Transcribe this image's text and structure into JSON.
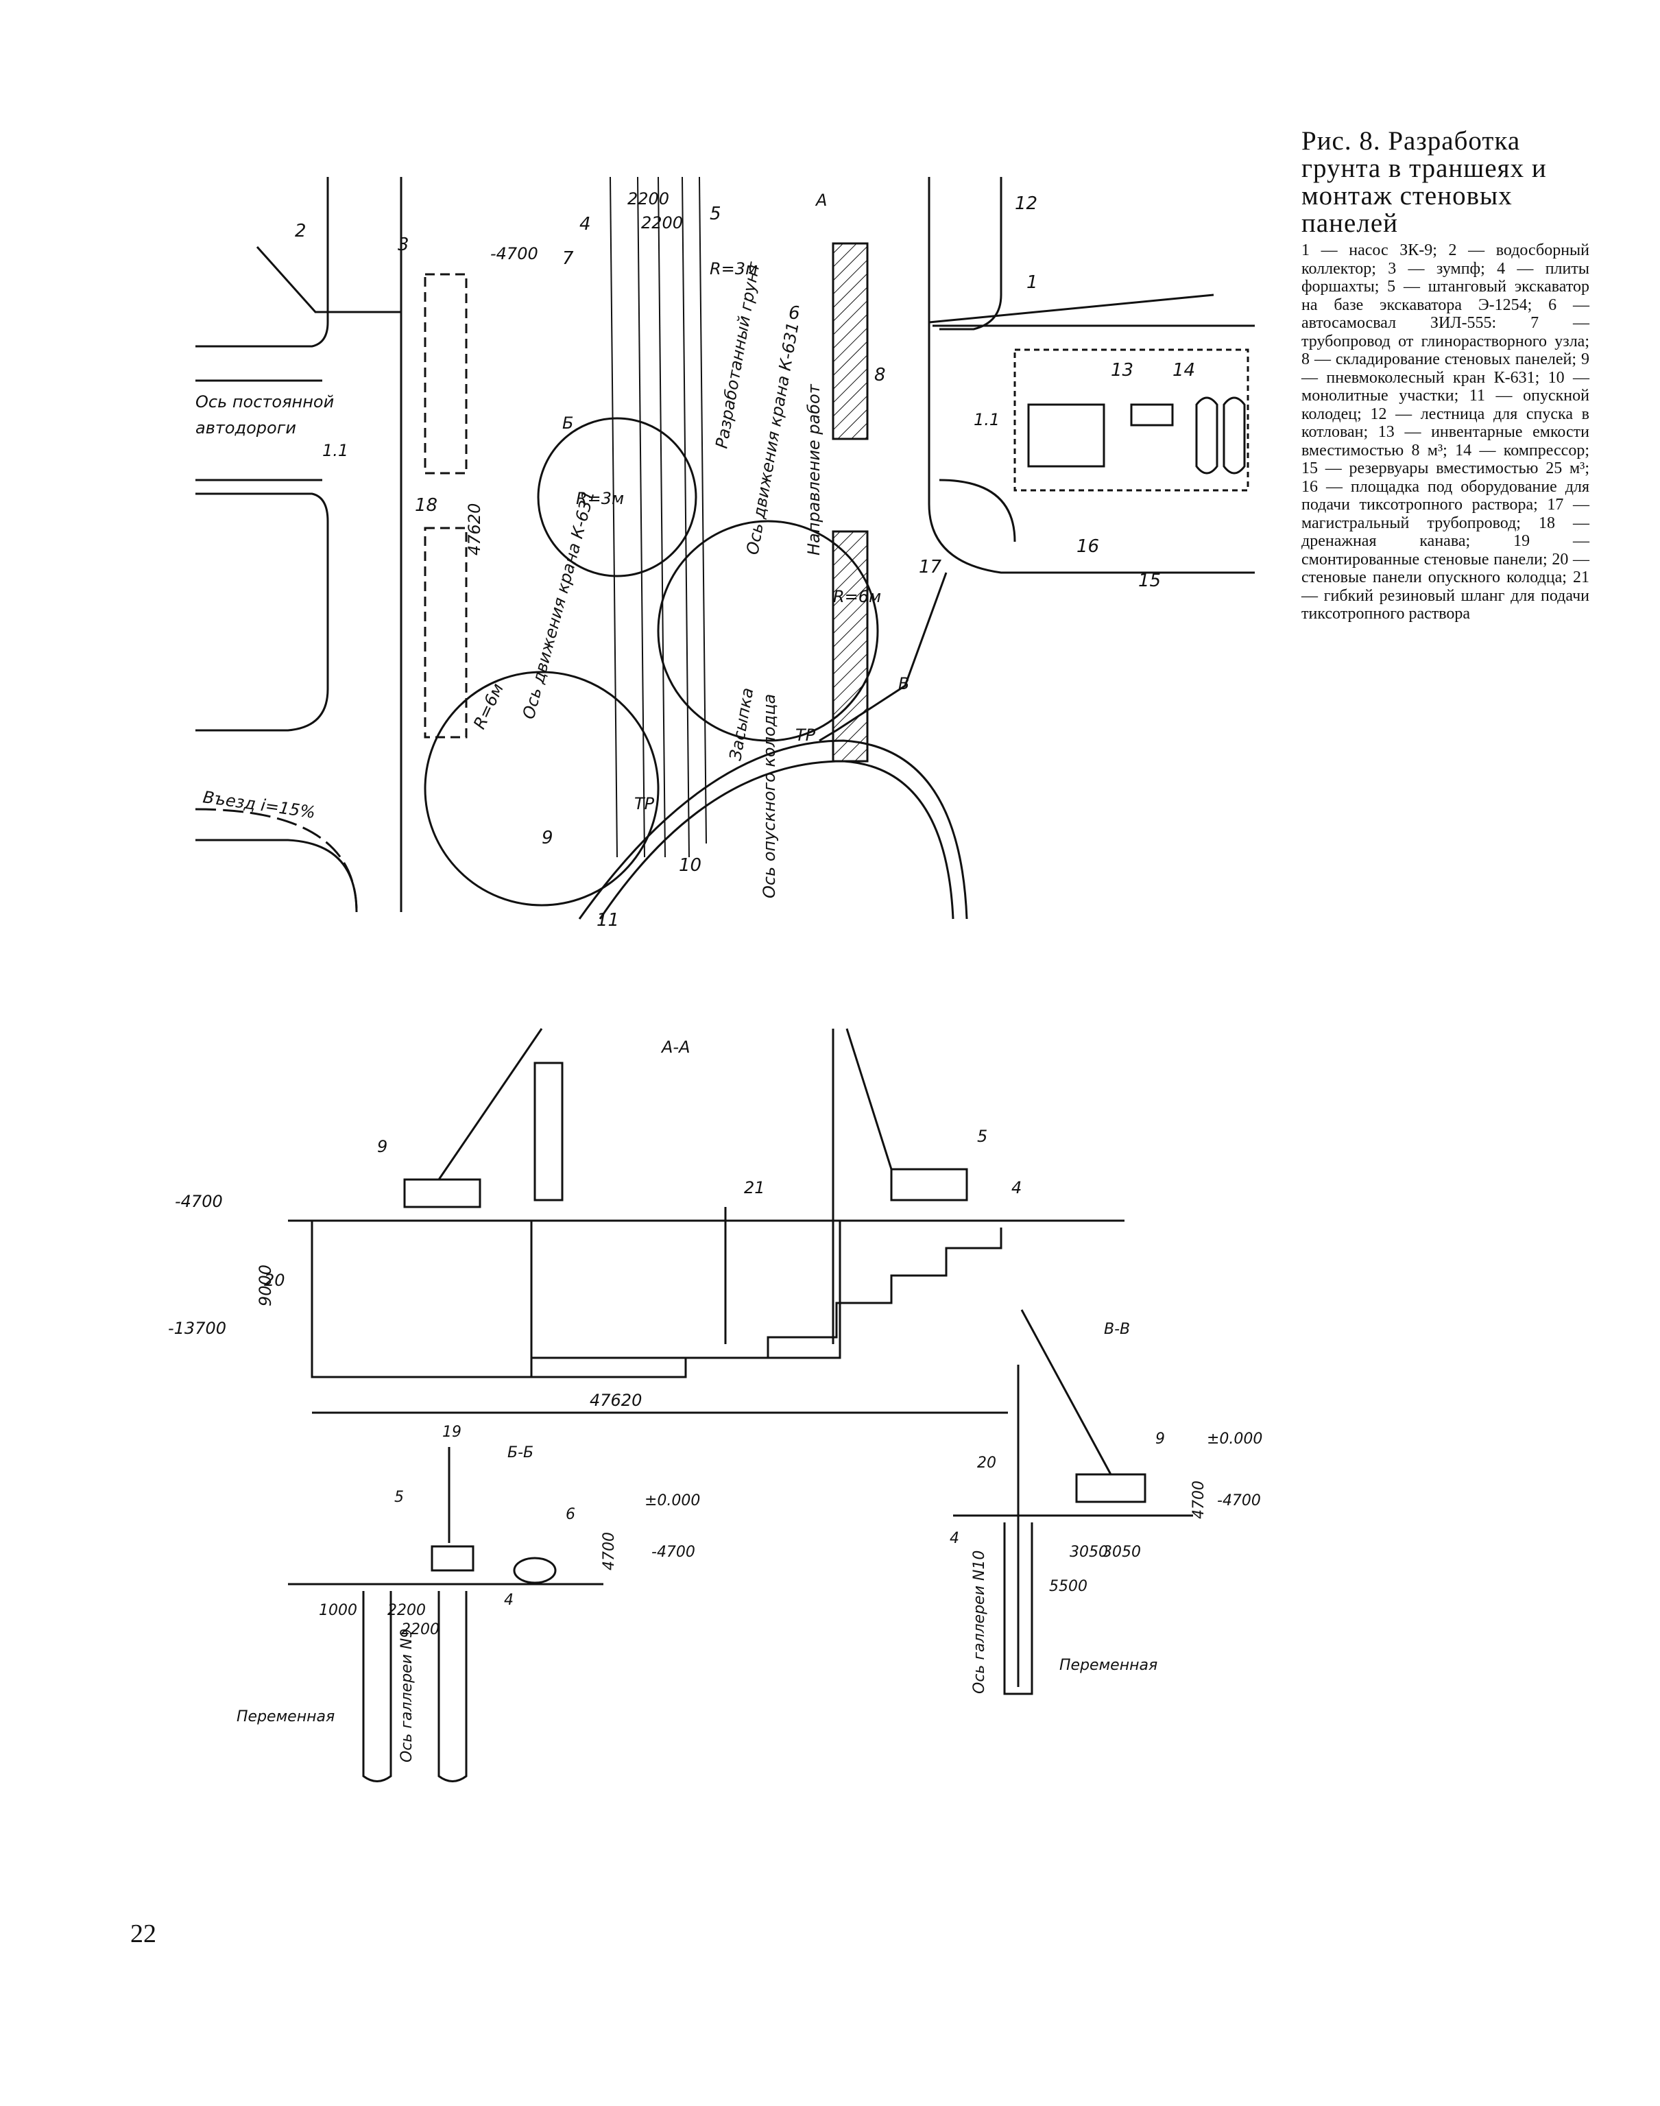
{
  "caption": {
    "title": "Рис. 8. Разработка грунта в траншеях и монтаж стеновых панелей",
    "legend": "1 — насос ЗК-9; 2 — водосборный коллектор; 3 — зумпф; 4 — плиты форшахты; 5 — штанговый экскаватор на базе экскаватора Э-1254; 6 — автосамосвал ЗИЛ-555: 7 — трубопровод от глинорастворного узла; 8 — складирование стеновых панелей; 9 — пневмоколесный кран К-631; 10 — монолитные участки; 11 — опускной колодец; 12 — лестница для спуска в котлован; 13 — инвентарные емкости вместимостью 8 м³; 14 — компрессор; 15 — резервуары вместимостью 25 м³; 16 — площадка под оборудование для подачи тиксотропного раствора; 17 — магистральный трубопровод; 18 — дренажная канава; 19 — смонтированные стеновые панели; 20 — стеновые панели опускного колодца; 21 — гибкий резиновый шланг для подачи тиксотропного раствора"
  },
  "page_number": "22",
  "plan": {
    "road_axis_1": "Ось постоянной",
    "road_axis_2": "автодороги",
    "entry": "Въезд i=15%",
    "crane_axis_left": "Ось движения крана К-631",
    "crane_axis_mid": "Ось движения крана К-631",
    "dig_1": "Разработанный грунт",
    "dig_2": "Засыпка",
    "dig_3": "Направление работ",
    "well_axis": "Ось опускного колодца",
    "dim_4700": "-4700",
    "dim_2200a": "2200",
    "dim_2200b": "2200",
    "dim_47620": "47620",
    "r3m_a": "R=3м",
    "r3m_b": "R=3м",
    "r6m_a": "R=6м",
    "r6m_b": "R=6м",
    "sec_a": "А",
    "sec_b": "Б",
    "sec_v": "В",
    "tr_1": "ТР",
    "tr_2": "ТР",
    "label_11a": "1.1",
    "label_11b": "1.1",
    "callouts": [
      "1",
      "2",
      "3",
      "4",
      "5",
      "6",
      "7",
      "8",
      "9",
      "10",
      "11",
      "12",
      "13",
      "14",
      "15",
      "16",
      "17",
      "18"
    ]
  },
  "section_aa": {
    "title": "А-А",
    "lvl_top": "-4700",
    "lvl_bottom": "-13700",
    "depth": "9000",
    "length": "47620",
    "c9": "9",
    "c5": "5",
    "c4": "4",
    "c20": "20",
    "c21": "21"
  },
  "section_bb": {
    "title": "Б-Б",
    "lvl0": "±0.000",
    "lvl1": "-4700",
    "depth": "4700",
    "d1000": "1000",
    "d2200a": "2200",
    "d2200b": "2200",
    "axis": "Ось галлереи N9",
    "variable": "Переменная",
    "c19": "19",
    "c5": "5",
    "c6": "6",
    "c4": "4"
  },
  "section_vv": {
    "title": "В-В",
    "lvl0": "±0.000",
    "lvl1": "-4700",
    "depth": "4700",
    "d3050a": "3050",
    "d3050b": "3050",
    "d5500": "5500",
    "axis": "Ось галлереи N10",
    "variable": "Переменная",
    "c20": "20",
    "c9": "9",
    "c4": "4"
  }
}
